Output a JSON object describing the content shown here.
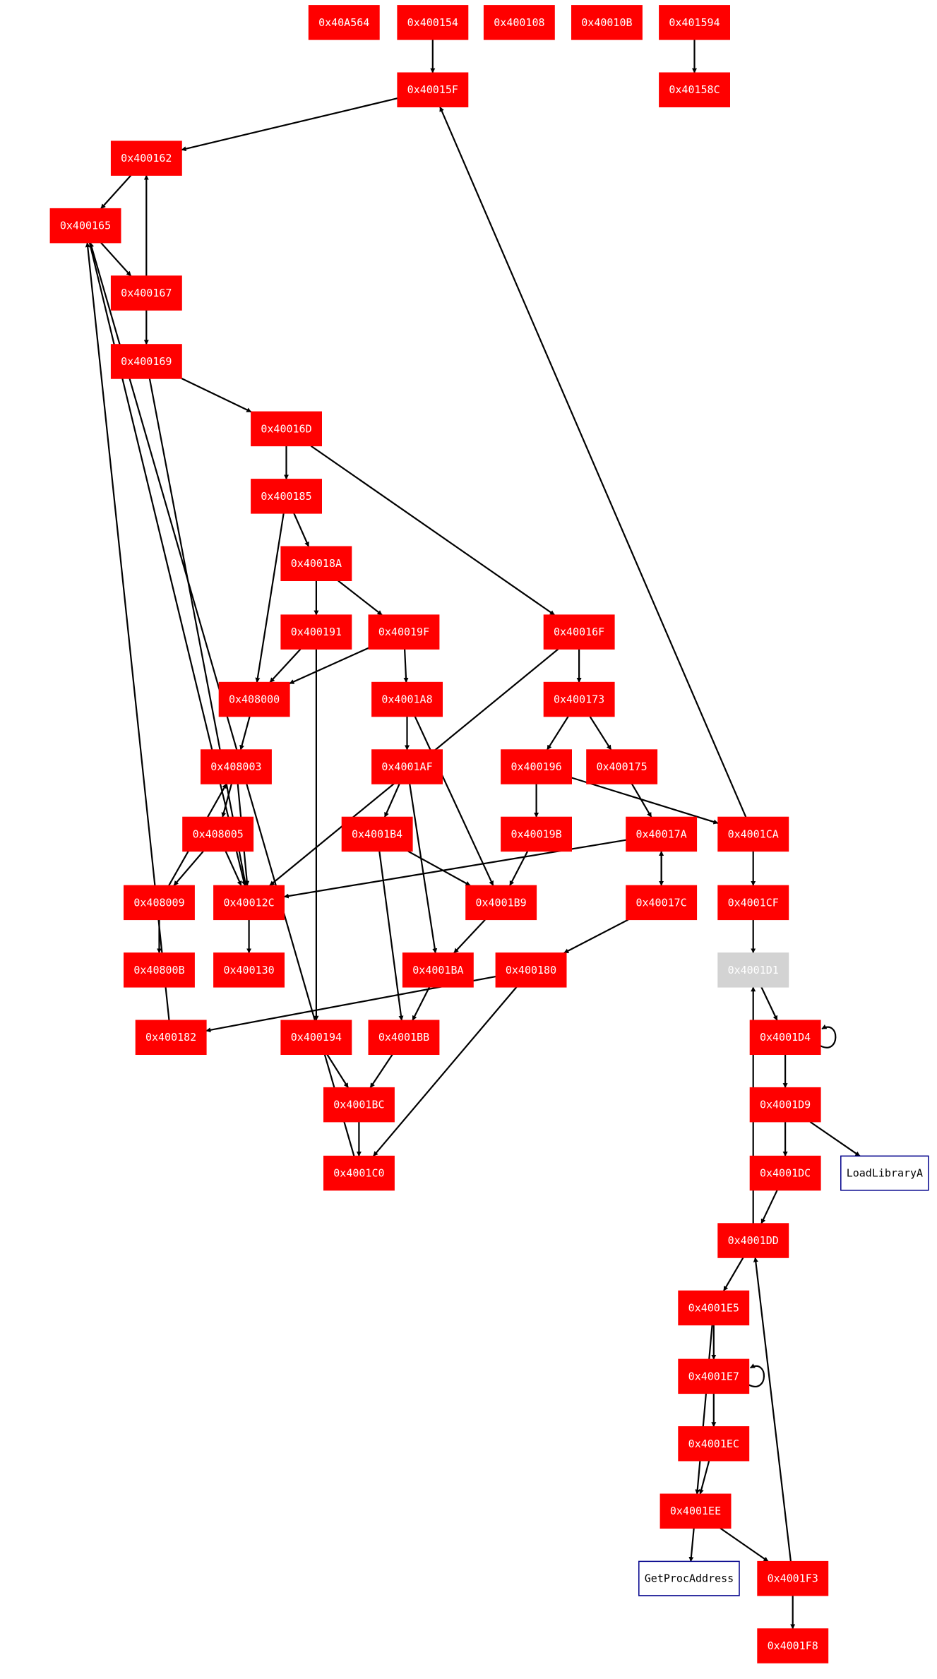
{
  "colors": {
    "block_fill": "#ff0000",
    "block_text": "#ffffff",
    "highlight_fill": "#d3d3d3",
    "api_stroke": "#00008b",
    "api_text": "#000000",
    "edge": "#000000"
  },
  "nodes": [
    {
      "id": "n40A564",
      "label": "0x40A564",
      "kind": "block"
    },
    {
      "id": "n400154",
      "label": "0x400154",
      "kind": "block"
    },
    {
      "id": "n400108",
      "label": "0x400108",
      "kind": "block"
    },
    {
      "id": "n40010B",
      "label": "0x40010B",
      "kind": "block"
    },
    {
      "id": "n401594",
      "label": "0x401594",
      "kind": "block"
    },
    {
      "id": "n40015F",
      "label": "0x40015F",
      "kind": "block"
    },
    {
      "id": "n40158C",
      "label": "0x40158C",
      "kind": "block"
    },
    {
      "id": "n400162",
      "label": "0x400162",
      "kind": "block"
    },
    {
      "id": "n400165",
      "label": "0x400165",
      "kind": "block"
    },
    {
      "id": "n400167",
      "label": "0x400167",
      "kind": "block"
    },
    {
      "id": "n400169",
      "label": "0x400169",
      "kind": "block"
    },
    {
      "id": "n40016D",
      "label": "0x40016D",
      "kind": "block"
    },
    {
      "id": "n400185",
      "label": "0x400185",
      "kind": "block"
    },
    {
      "id": "n40018A",
      "label": "0x40018A",
      "kind": "block"
    },
    {
      "id": "n400191",
      "label": "0x400191",
      "kind": "block"
    },
    {
      "id": "n40019F",
      "label": "0x40019F",
      "kind": "block"
    },
    {
      "id": "n40016F",
      "label": "0x40016F",
      "kind": "block"
    },
    {
      "id": "n408000",
      "label": "0x408000",
      "kind": "block"
    },
    {
      "id": "n4001A8",
      "label": "0x4001A8",
      "kind": "block"
    },
    {
      "id": "n400173",
      "label": "0x400173",
      "kind": "block"
    },
    {
      "id": "n408003",
      "label": "0x408003",
      "kind": "block"
    },
    {
      "id": "n4001AF",
      "label": "0x4001AF",
      "kind": "block"
    },
    {
      "id": "n400196",
      "label": "0x400196",
      "kind": "block"
    },
    {
      "id": "n400175",
      "label": "0x400175",
      "kind": "block"
    },
    {
      "id": "n408005",
      "label": "0x408005",
      "kind": "block"
    },
    {
      "id": "n4001B4",
      "label": "0x4001B4",
      "kind": "block"
    },
    {
      "id": "n40019B",
      "label": "0x40019B",
      "kind": "block"
    },
    {
      "id": "n40017A",
      "label": "0x40017A",
      "kind": "block"
    },
    {
      "id": "n4001CA",
      "label": "0x4001CA",
      "kind": "block"
    },
    {
      "id": "n408009",
      "label": "0x408009",
      "kind": "block"
    },
    {
      "id": "n40012C",
      "label": "0x40012C",
      "kind": "block"
    },
    {
      "id": "n4001B9",
      "label": "0x4001B9",
      "kind": "block"
    },
    {
      "id": "n40017C",
      "label": "0x40017C",
      "kind": "block"
    },
    {
      "id": "n4001CF",
      "label": "0x4001CF",
      "kind": "block"
    },
    {
      "id": "n40800B",
      "label": "0x40800B",
      "kind": "block"
    },
    {
      "id": "n400130",
      "label": "0x400130",
      "kind": "block"
    },
    {
      "id": "n4001BA",
      "label": "0x4001BA",
      "kind": "block"
    },
    {
      "id": "n400180",
      "label": "0x400180",
      "kind": "block"
    },
    {
      "id": "n4001D1",
      "label": "0x4001D1",
      "kind": "highlight"
    },
    {
      "id": "n400182",
      "label": "0x400182",
      "kind": "block"
    },
    {
      "id": "n400194",
      "label": "0x400194",
      "kind": "block"
    },
    {
      "id": "n4001BB",
      "label": "0x4001BB",
      "kind": "block"
    },
    {
      "id": "n4001D4",
      "label": "0x4001D4",
      "kind": "block"
    },
    {
      "id": "n4001BC",
      "label": "0x4001BC",
      "kind": "block"
    },
    {
      "id": "n4001D9",
      "label": "0x4001D9",
      "kind": "block"
    },
    {
      "id": "n4001C0",
      "label": "0x4001C0",
      "kind": "block"
    },
    {
      "id": "n4001DC",
      "label": "0x4001DC",
      "kind": "block"
    },
    {
      "id": "nLoadLibraryA",
      "label": "LoadLibraryA",
      "kind": "api"
    },
    {
      "id": "n4001DD",
      "label": "0x4001DD",
      "kind": "block"
    },
    {
      "id": "n4001E5",
      "label": "0x4001E5",
      "kind": "block"
    },
    {
      "id": "n4001E7",
      "label": "0x4001E7",
      "kind": "block"
    },
    {
      "id": "n4001EC",
      "label": "0x4001EC",
      "kind": "block"
    },
    {
      "id": "n4001EE",
      "label": "0x4001EE",
      "kind": "block"
    },
    {
      "id": "nGetProcAddress",
      "label": "GetProcAddress",
      "kind": "api"
    },
    {
      "id": "n4001F3",
      "label": "0x4001F3",
      "kind": "block"
    },
    {
      "id": "n4001F8",
      "label": "0x4001F8",
      "kind": "block"
    }
  ],
  "edges": [
    {
      "from": "n400154",
      "to": "n40015F"
    },
    {
      "from": "n401594",
      "to": "n40158C"
    },
    {
      "from": "n40015F",
      "to": "n400162"
    },
    {
      "from": "n400162",
      "to": "n400165"
    },
    {
      "from": "n400165",
      "to": "n400167"
    },
    {
      "from": "n400167",
      "to": "n400162"
    },
    {
      "from": "n400167",
      "to": "n400169"
    },
    {
      "from": "n400169",
      "to": "n40016D"
    },
    {
      "from": "n400169",
      "to": "n40012C"
    },
    {
      "from": "n400165",
      "to": "n40012C"
    },
    {
      "from": "n40016D",
      "to": "n400185"
    },
    {
      "from": "n40016D",
      "to": "n40016F"
    },
    {
      "from": "n400185",
      "to": "n40018A"
    },
    {
      "from": "n400185",
      "to": "n408000"
    },
    {
      "from": "n40018A",
      "to": "n400191"
    },
    {
      "from": "n40018A",
      "to": "n40019F"
    },
    {
      "from": "n400191",
      "to": "n408000"
    },
    {
      "from": "n400191",
      "to": "n400194"
    },
    {
      "from": "n40019F",
      "to": "n408000"
    },
    {
      "from": "n40019F",
      "to": "n4001A8"
    },
    {
      "from": "n40016F",
      "to": "n400173"
    },
    {
      "from": "n40016F",
      "to": "n40012C"
    },
    {
      "from": "n408000",
      "to": "n408003"
    },
    {
      "from": "n4001A8",
      "to": "n4001AF"
    },
    {
      "from": "n4001A8",
      "to": "n4001B9"
    },
    {
      "from": "n400173",
      "to": "n400196"
    },
    {
      "from": "n400173",
      "to": "n400175"
    },
    {
      "from": "n408003",
      "to": "n408005"
    },
    {
      "from": "n408003",
      "to": "n40012C"
    },
    {
      "from": "n4001AF",
      "to": "n4001B4"
    },
    {
      "from": "n4001AF",
      "to": "n4001BA"
    },
    {
      "from": "n400196",
      "to": "n40019B"
    },
    {
      "from": "n400196",
      "to": "n4001CA"
    },
    {
      "from": "n400175",
      "to": "n40017A"
    },
    {
      "from": "n408005",
      "to": "n408009"
    },
    {
      "from": "n408005",
      "to": "n40012C"
    },
    {
      "from": "n408009",
      "to": "n408003"
    },
    {
      "from": "n408009",
      "to": "n40800B"
    },
    {
      "from": "n4001B4",
      "to": "n4001B9"
    },
    {
      "from": "n4001B4",
      "to": "n4001BB"
    },
    {
      "from": "n40019B",
      "to": "n4001B9"
    },
    {
      "from": "n40017A",
      "to": "n40017C"
    },
    {
      "from": "n40017A",
      "to": "n40012C"
    },
    {
      "from": "n40017C",
      "to": "n40017A"
    },
    {
      "from": "n40017C",
      "to": "n400180"
    },
    {
      "from": "n4001CA",
      "to": "n40015F"
    },
    {
      "from": "n4001CA",
      "to": "n4001CF"
    },
    {
      "from": "n40012C",
      "to": "n400130"
    },
    {
      "from": "n4001B9",
      "to": "n4001BA"
    },
    {
      "from": "n4001BA",
      "to": "n4001BB"
    },
    {
      "from": "n400180",
      "to": "n400182"
    },
    {
      "from": "n400180",
      "to": "n4001C0"
    },
    {
      "from": "n400182",
      "to": "n400165"
    },
    {
      "from": "n4001CF",
      "to": "n4001D1"
    },
    {
      "from": "n4001D1",
      "to": "n4001D4"
    },
    {
      "from": "n4001D4",
      "to": "n4001D4"
    },
    {
      "from": "n4001D4",
      "to": "n4001D9"
    },
    {
      "from": "n4001D9",
      "to": "n4001DC"
    },
    {
      "from": "n4001D9",
      "to": "nLoadLibraryA"
    },
    {
      "from": "n400194",
      "to": "n4001BC"
    },
    {
      "from": "n4001BB",
      "to": "n4001BC"
    },
    {
      "from": "n4001BC",
      "to": "n4001C0"
    },
    {
      "from": "n4001C0",
      "to": "n400165"
    },
    {
      "from": "n4001DC",
      "to": "n4001DD"
    },
    {
      "from": "n4001DD",
      "to": "n4001D1"
    },
    {
      "from": "n4001DD",
      "to": "n4001E5"
    },
    {
      "from": "n4001E5",
      "to": "n4001E7"
    },
    {
      "from": "n4001E5",
      "to": "n4001EE"
    },
    {
      "from": "n4001E7",
      "to": "n4001E7"
    },
    {
      "from": "n4001E7",
      "to": "n4001EC"
    },
    {
      "from": "n4001EC",
      "to": "n4001EE"
    },
    {
      "from": "n4001EE",
      "to": "nGetProcAddress"
    },
    {
      "from": "n4001EE",
      "to": "n4001F3"
    },
    {
      "from": "n4001F3",
      "to": "n4001DD"
    },
    {
      "from": "n4001F3",
      "to": "n4001F8"
    }
  ]
}
